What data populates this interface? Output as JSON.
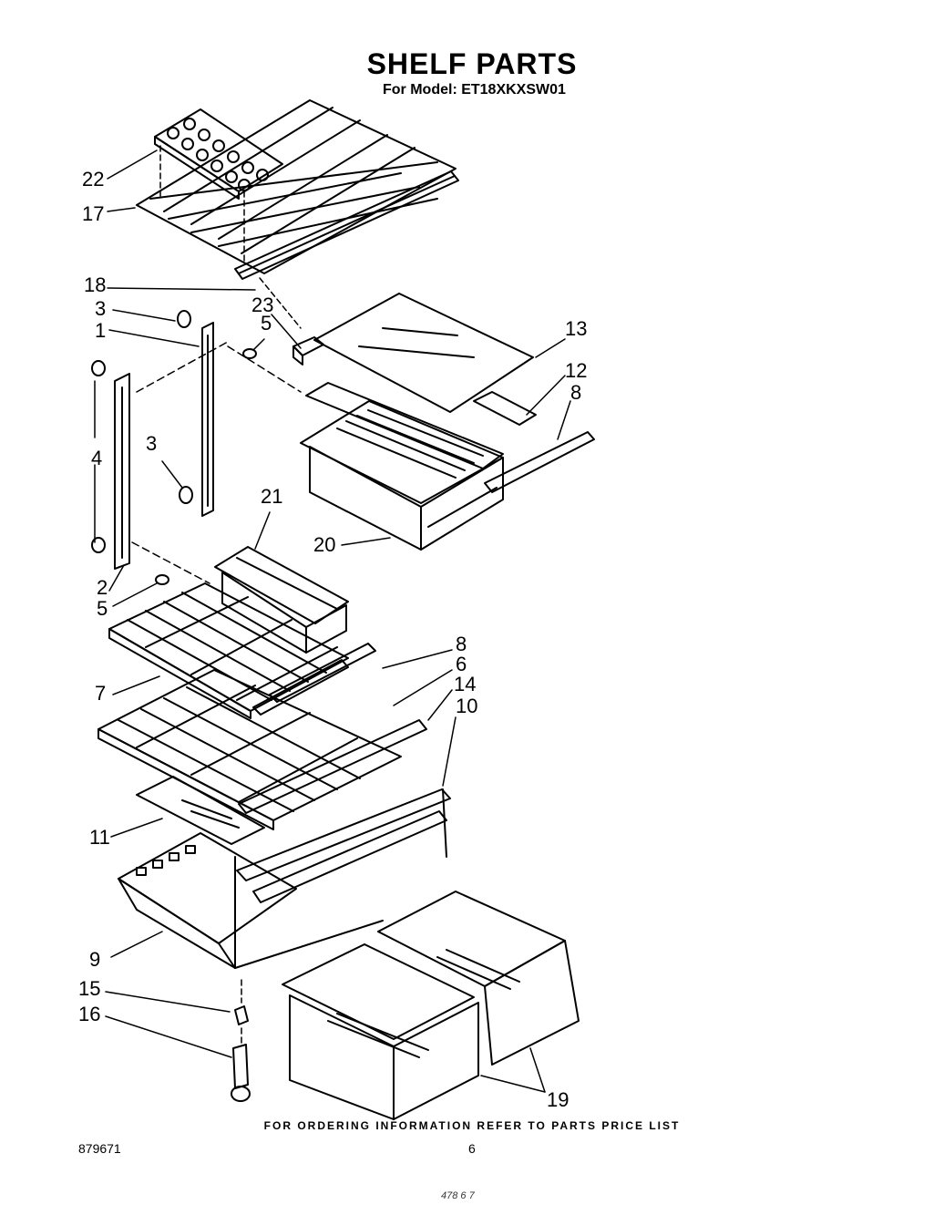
{
  "header": {
    "title": "SHELF PARTS",
    "subtitle": "For Model: ET18XKXSW01"
  },
  "callouts": [
    {
      "id": "22",
      "text": "22"
    },
    {
      "id": "17",
      "text": "17"
    },
    {
      "id": "18",
      "text": "18"
    },
    {
      "id": "3a",
      "text": "3"
    },
    {
      "id": "1",
      "text": "1"
    },
    {
      "id": "23",
      "text": "23"
    },
    {
      "id": "5a",
      "text": "5"
    },
    {
      "id": "13",
      "text": "13"
    },
    {
      "id": "12",
      "text": "12"
    },
    {
      "id": "8a",
      "text": "8"
    },
    {
      "id": "4",
      "text": "4"
    },
    {
      "id": "3b",
      "text": "3"
    },
    {
      "id": "21",
      "text": "21"
    },
    {
      "id": "20",
      "text": "20"
    },
    {
      "id": "2",
      "text": "2"
    },
    {
      "id": "5b",
      "text": "5"
    },
    {
      "id": "8b",
      "text": "8"
    },
    {
      "id": "6",
      "text": "6"
    },
    {
      "id": "7",
      "text": "7"
    },
    {
      "id": "14",
      "text": "14"
    },
    {
      "id": "10",
      "text": "10"
    },
    {
      "id": "11",
      "text": "11"
    },
    {
      "id": "9",
      "text": "9"
    },
    {
      "id": "15",
      "text": "15"
    },
    {
      "id": "16",
      "text": "16"
    },
    {
      "id": "19",
      "text": "19"
    }
  ],
  "footer": {
    "ordering_note": "FOR ORDERING INFORMATION REFER TO PARTS PRICE LIST",
    "doc_number": "879671",
    "page_number": "6",
    "scribble": "478 6 7"
  }
}
